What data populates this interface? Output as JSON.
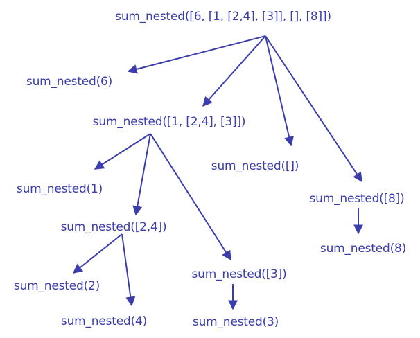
{
  "colors": {
    "ink": "#3a3dab",
    "background": "#ffffff"
  },
  "nodes": {
    "root": "sum_nested([6, [1, [2,4], [3]], [], [8]])",
    "n6": "sum_nested(6)",
    "sub_list": "sum_nested([1, [2,4], [3]])",
    "empty": "sum_nested([])",
    "list8": "sum_nested([8])",
    "n1": "sum_nested(1)",
    "list24": "sum_nested([2,4])",
    "list3": "sum_nested([3])",
    "n8": "sum_nested(8)",
    "n2": "sum_nested(2)",
    "n4": "sum_nested(4)",
    "n3": "sum_nested(3)"
  }
}
